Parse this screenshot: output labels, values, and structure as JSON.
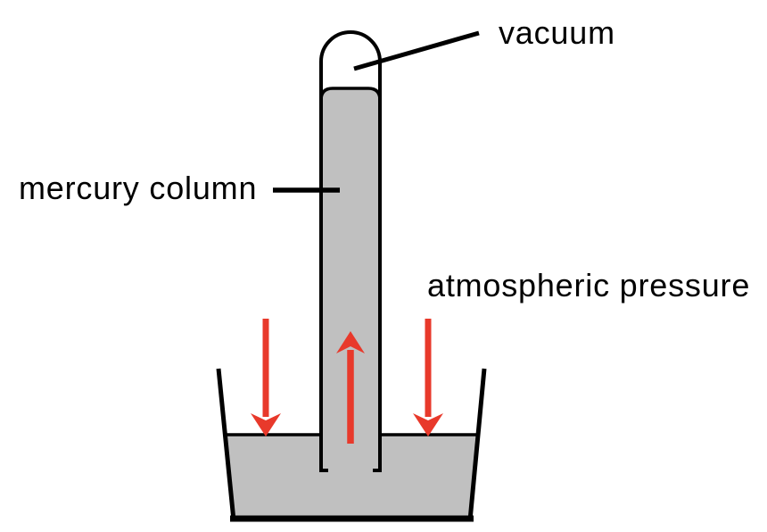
{
  "diagram": {
    "subject": "mercury barometer",
    "labels": {
      "vacuum": "vacuum",
      "mercury_column": "mercury column",
      "atmospheric_pressure": "atmospheric pressure"
    },
    "colors": {
      "mercury_fill": "#c0c0c0",
      "arrow_red": "#e8392b",
      "outline": "#000000",
      "label_text": "#000000",
      "background": "#ffffff"
    }
  }
}
